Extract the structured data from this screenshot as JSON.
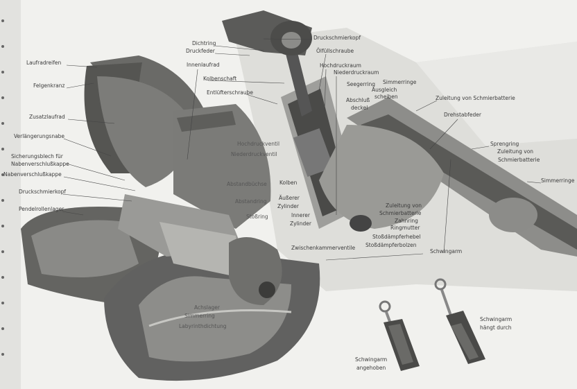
{
  "title": "Laufwerk-Schnittzeichnung: Laufrad, Schwingarm und Stoßdämpfer",
  "labels": {
    "laufradreifen": "Laufradreifen",
    "felgenkranz": "Felgenkranz",
    "zusatzlaufrad": "Zusatzlaufrad",
    "verlaengerungsnabe": "Verlängerungsnabe",
    "sicherungsblech_1": "Sicherungsblech für",
    "sicherungsblech_2": "Nabenverschlußkappe",
    "nabenverschlusskappe": "Nabenverschlußkappe",
    "druckschmierkopf_left": "Druckschmierkopf",
    "pendelrollenlager": "Pendelrollenlager",
    "dichtring": "Dichtring",
    "druckfeder": "Druckfeder",
    "druckschmierkopf_top": "Druckschmierkopf",
    "oelfuellschraube": "Ölfüllschraube",
    "innenlaufrad": "Innenlaufrad",
    "hochdruckraum": "Hochdruckraum",
    "niederdruckraum": "Niederdruckraum",
    "kolbenschaft": "Kolbenschaft",
    "simmerringe_top": "Simmerringe",
    "seegerring": "Seegerring",
    "ausgleich_1": "Ausgleich",
    "ausgleich_2": "scheiben",
    "entluefterschraube": "Entlüfterschraube",
    "abschluss_1": "Abschluß",
    "abschluss_2": "deckel",
    "zuleitung_top": "Zuleitung von Schmierbatterie",
    "drehstabfeder": "Drehstabfeder",
    "hochdruckventil": "Hochdruckventil",
    "niederdruckventil": "Niederdruckventil",
    "sprengring": "Sprengring",
    "zuleitung_right_1": "Zuleitung von",
    "zuleitung_right_2": "Schmierbatterie",
    "simmerringe_right": "Simmerringe",
    "abstandbuechse": "Abstandbüchse",
    "kolben": "Kolben",
    "aeusserer_1": "Äußerer",
    "aeusserer_2": "Zylinder",
    "abstandring": "Abstandring",
    "innerer_1": "Innerer",
    "innerer_2": "Zylinder",
    "stossring": "Stoßring",
    "zuleitung_mid_1": "Zuleitung von",
    "zuleitung_mid_2": "Schmierbatterie",
    "zahnring": "Zahnring",
    "ringmutter": "Ringmutter",
    "stossdaempferhebel": "Stoßdämpferhebel",
    "stossdaempferbolzen": "Stoßdämpferbolzen",
    "zwischenkammerventile": "Zwischenkammerventile",
    "schwingarm": "Schwingarm",
    "achslager": "Achslager",
    "simmerring": "Simmerring",
    "labyrinthdichtung": "Labyrinthdichtung",
    "haengt_1": "Schwingarm",
    "haengt_2": "hängt durch",
    "angehoben_1": "Schwingarm",
    "angehoben_2": "angehoben"
  },
  "colors": {
    "paper": "#f1f1ee",
    "metal_dark": "#5a5a58",
    "metal_mid": "#8a8a87",
    "metal_light": "#c9c9c5",
    "ink": "#3a3a3a"
  }
}
